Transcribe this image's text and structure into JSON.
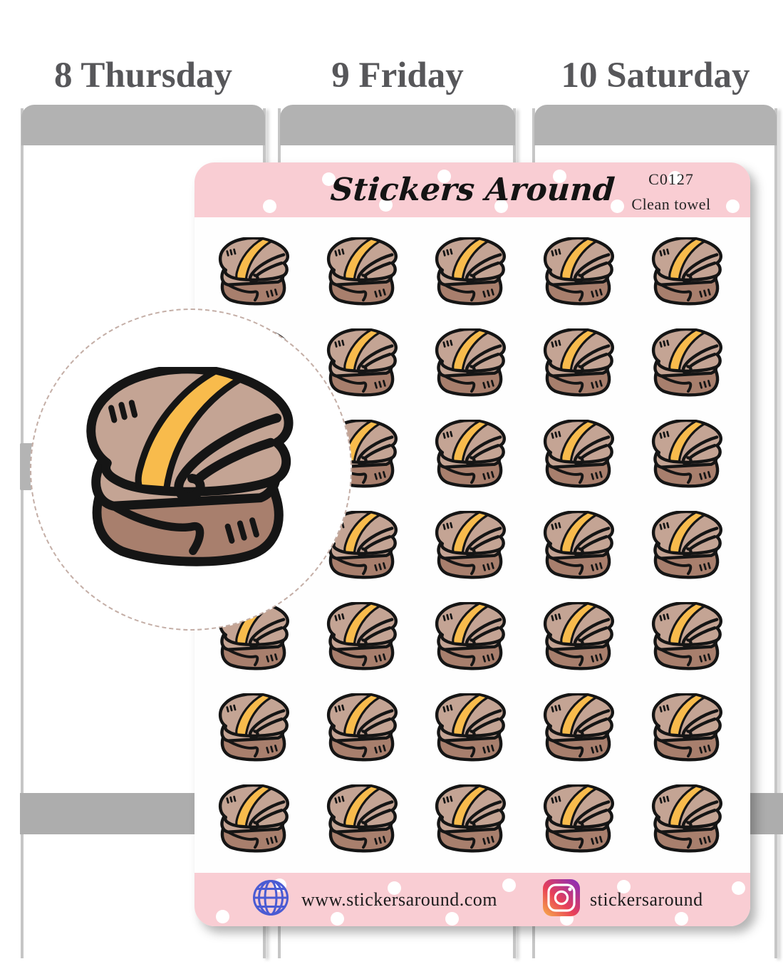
{
  "planner": {
    "days": [
      {
        "label": "8 Thursday"
      },
      {
        "label": "9 Friday"
      },
      {
        "label": "10 Saturday"
      }
    ]
  },
  "sheet": {
    "brand": "Stickers Around",
    "code": "C0127",
    "product_name": "Clean towel",
    "grid": {
      "rows": 7,
      "cols": 5,
      "sticker": "folded-towel-doodle",
      "count": 35
    },
    "footer": {
      "website": "www.stickersaround.com",
      "instagram_handle": "stickersaround"
    },
    "icons": [
      "globe-icon",
      "instagram-icon",
      "towel-sticker-icon"
    ],
    "colors": {
      "pink": "#f9cdd3",
      "towel_tan": "#c4a494",
      "towel_yellow": "#f8bb4c",
      "towel_brown": "#a87f6d",
      "towel_outline": "#151515",
      "globe_blue": "#4a5bd3",
      "planner_gray": "#b2b2b2",
      "day_text_gray": "#57575a"
    }
  },
  "preview": {
    "shape": "dashed-circle-magnifier",
    "content": "folded-towel-doodle"
  }
}
